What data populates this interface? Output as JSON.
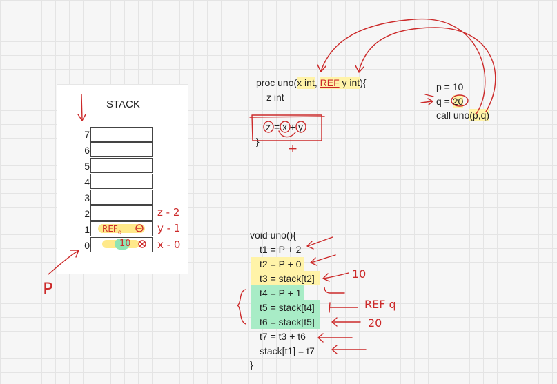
{
  "stack": {
    "title": "STACK",
    "indices": [
      "7",
      "6",
      "5",
      "4",
      "3",
      "2",
      "1",
      "0"
    ],
    "cell1_content": "REF",
    "cell1_sub": "q",
    "cell0_content": "10",
    "annotations": [
      "z - 2",
      "y - 1",
      "x - 0"
    ],
    "pointer_label": "P"
  },
  "proc": {
    "line1_pre": "proc uno(",
    "param1": "x int",
    "comma": ", ",
    "param2_ref": "REF",
    "param2_rest": " y int",
    "line1_post": "){",
    "line2": "z int",
    "expr_z": "z",
    "expr_eq": "=",
    "expr_x": "x",
    "expr_plus": "+",
    "expr_y": "y",
    "close": "}",
    "plus_mark": "+"
  },
  "caller": {
    "line1": "p = 10",
    "line2_pre": "q =",
    "line2_val": "20",
    "line3_pre": "call uno",
    "line3_args": "(p,q)"
  },
  "code": {
    "header": "void uno(){",
    "lines": [
      "t1 = P + 2",
      "t2 = P + 0",
      "t3 = stack[t2]",
      "t4 = P + 1",
      "t5 = stack[t4]",
      "t6 = stack[t5]",
      "t7 = t3 + t6",
      "stack[t1] = t7"
    ],
    "footer": "}",
    "notes": [
      "10",
      "REF q",
      "20"
    ]
  },
  "colors": {
    "ink": "#cc2a2a",
    "highlight_yellow": "#fff3a8",
    "highlight_green": "#a8ecc6",
    "grid": "#e4e4e4"
  }
}
